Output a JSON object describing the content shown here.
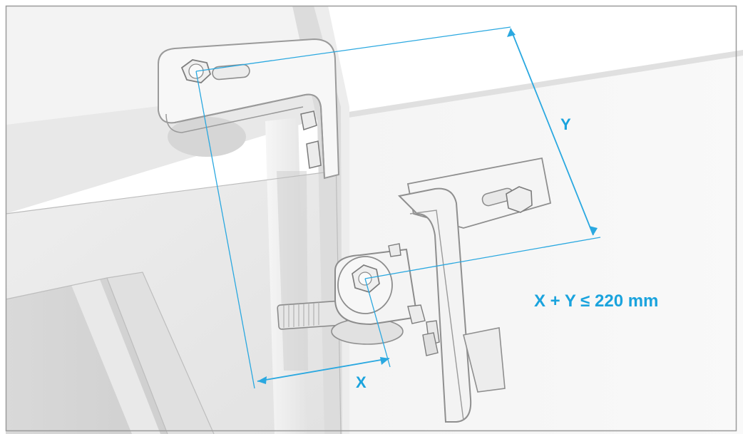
{
  "diagram": {
    "label_y": "Y",
    "label_x": "X",
    "formula": "X + Y ≤ 220 mm",
    "colors": {
      "dimension": "#2aa8e0",
      "label": "#1aa3dd",
      "frame": "#9b9b9b",
      "surface_light": "#f2f2f2",
      "surface_mid": "#e6e6e6",
      "surface_shadow": "#d3d3d3"
    }
  }
}
